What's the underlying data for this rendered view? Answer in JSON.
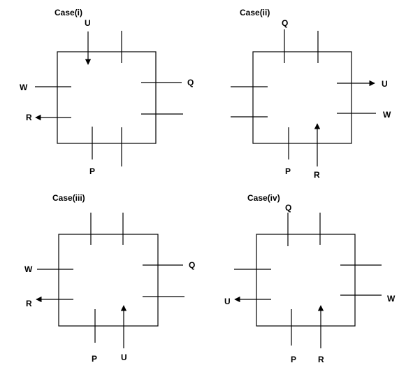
{
  "cases": [
    {
      "title": "Case(i)",
      "labels": {
        "U": "U",
        "W": "W",
        "Q": "Q",
        "R": "R",
        "P": "P"
      }
    },
    {
      "title": "Case(ii)",
      "labels": {
        "Q": "Q",
        "U": "U",
        "W": "W",
        "P": "P",
        "R": "R"
      }
    },
    {
      "title": "Case(iii)",
      "labels": {
        "W": "W",
        "R": "R",
        "Q": "Q",
        "P": "P",
        "U": "U"
      }
    },
    {
      "title": "Case(iv)",
      "labels": {
        "Q": "Q",
        "U": "U",
        "W": "W",
        "P": "P",
        "R": "R"
      }
    }
  ]
}
